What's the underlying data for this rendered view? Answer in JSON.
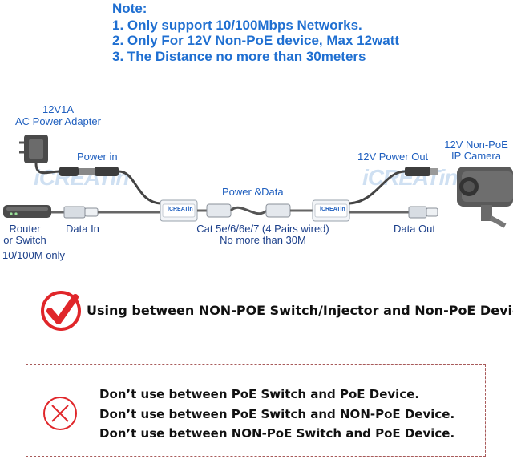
{
  "note": {
    "title": "Note:",
    "lines": [
      "1. Only support 10/100Mbps Networks.",
      "2. Only For 12V Non-PoE device, Max 12watt",
      "3. The Distance no more than 30meters"
    ]
  },
  "labels": {
    "adapter_line1": "12V1A",
    "adapter_line2": "AC Power Adapter",
    "power_in": "Power in",
    "power_data": "Power &Data",
    "power_out": "12V Power Out",
    "camera_line1": "12V Non-PoE",
    "camera_line2": "IP Camera",
    "router_line1": "Router",
    "router_line2": "or Switch",
    "router_line3": "10/100M only",
    "data_in": "Data In",
    "cable_line1": "Cat 5e/6/6e/7 (4 Pairs wired)",
    "cable_line2": "No more than 30M",
    "data_out": "Data Out"
  },
  "brand": {
    "watermark_left": "iCREATin",
    "watermark_right": "iCREATin",
    "device_tag_left": "iCREATin",
    "device_tag_right": "iCREATin"
  },
  "usage": {
    "correct": "Using between NON-POE Switch/Injector and Non-PoE Devices",
    "wrong": [
      "Don’t use between PoE Switch and PoE Device.",
      "Don’t use between PoE Switch and NON-PoE Device.",
      "Don’t use between NON-PoE Switch and PoE Device."
    ]
  },
  "colors": {
    "note_blue": "#1f6fd1",
    "label_blue": "#1f5fbf",
    "check_red": "#e0262a",
    "dash_border": "#a85a5a"
  },
  "icons": [
    "check-icon",
    "cross-icon",
    "power-adapter-icon",
    "router-icon",
    "ip-camera-icon"
  ]
}
